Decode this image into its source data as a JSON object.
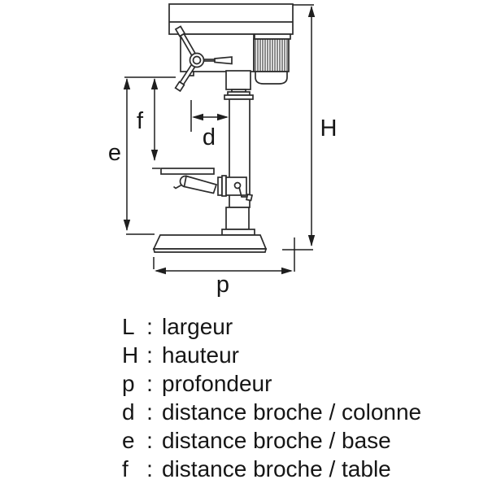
{
  "diagram": {
    "dimension_labels": {
      "H": "H",
      "e": "e",
      "f": "f",
      "d": "d",
      "p": "p"
    }
  },
  "legend": {
    "items": [
      {
        "key": "L",
        "colon": ":",
        "description": "largeur"
      },
      {
        "key": "H",
        "colon": ":",
        "description": "hauteur"
      },
      {
        "key": "p",
        "colon": ":",
        "description": "profondeur"
      },
      {
        "key": "d",
        "colon": ":",
        "description": "distance broche / colonne"
      },
      {
        "key": "e",
        "colon": ":",
        "description": "distance broche / base"
      },
      {
        "key": "f",
        "colon": ":",
        "description": "distance broche / table"
      }
    ]
  },
  "colors": {
    "line": "#2b2b2b",
    "dimension_line": "#1f1f1f",
    "text": "#161616",
    "background": "#ffffff"
  }
}
